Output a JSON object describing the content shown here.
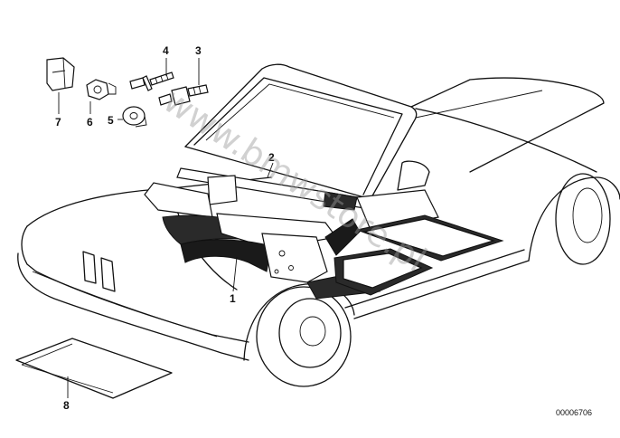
{
  "callouts": {
    "c1": "1",
    "c2": "2",
    "c3": "3",
    "c4": "4",
    "c5": "5",
    "c6": "6",
    "c7": "7",
    "c8": "8"
  },
  "diagram_code": "00006706",
  "watermark": "www.bmwstore.pl"
}
